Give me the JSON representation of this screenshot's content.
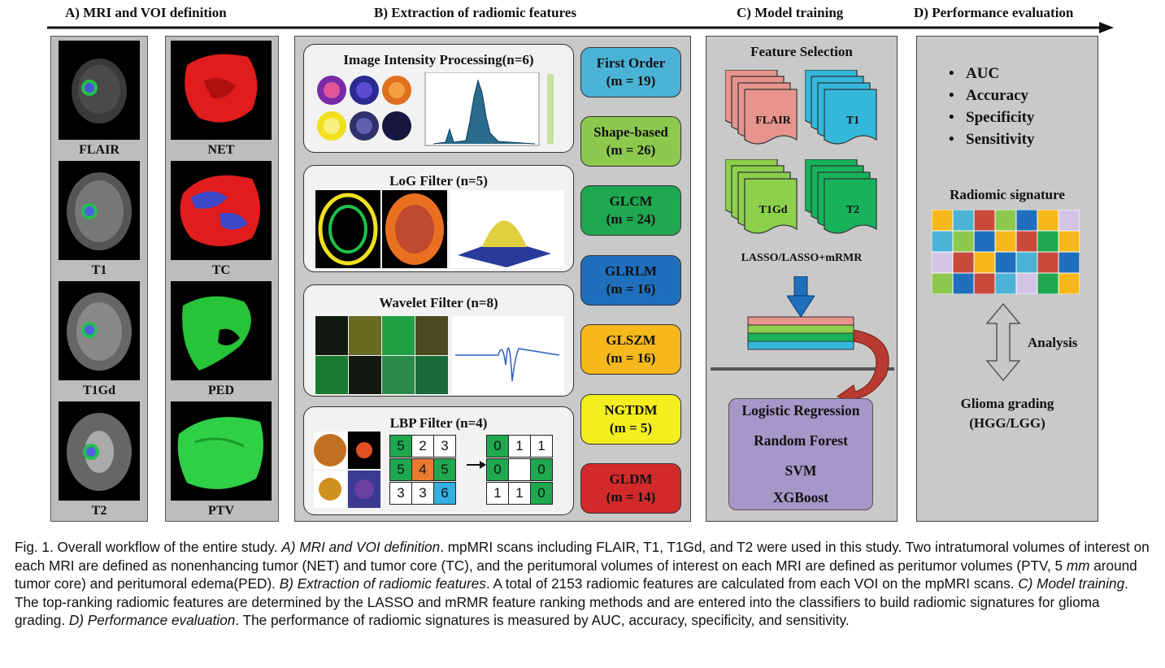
{
  "headers": {
    "a": "A) MRI and VOI definition",
    "b": "B) Extraction of radiomic features",
    "c": "C) Model training",
    "d": "D) Performance evaluation"
  },
  "panel_a": {
    "mri_labels": [
      "FLAIR",
      "T1",
      "T1Gd",
      "T2"
    ],
    "voi_labels": [
      "NET",
      "TC",
      "PED",
      "PTV"
    ]
  },
  "panel_b": {
    "filters": [
      {
        "title": "Image Intensity Processing(n=6)"
      },
      {
        "title": "LoG Filter (n=5)"
      },
      {
        "title": "Wavelet Filter (n=8)"
      },
      {
        "title": "LBP Filter (n=4)"
      }
    ],
    "lbp_input": [
      "5",
      "2",
      "3",
      "5",
      "4",
      "5",
      "3",
      "3",
      "6"
    ],
    "lbp_output": [
      "0",
      "1",
      "1",
      "0",
      "",
      "0",
      "1",
      "1",
      "0"
    ],
    "features": [
      {
        "name": "First Order",
        "count": "(m = 19)",
        "color": "#4bb3d6"
      },
      {
        "name": "Shape-based",
        "count": "(m = 26)",
        "color": "#8dc84f"
      },
      {
        "name": "GLCM",
        "count": "(m = 24)",
        "color": "#1fa84f"
      },
      {
        "name": "GLRLM",
        "count": "(m = 16)",
        "color": "#1f6fbd"
      },
      {
        "name": "GLSZM",
        "count": "(m = 16)",
        "color": "#f6b81a"
      },
      {
        "name": "NGTDM",
        "count": "(m = 5)",
        "color": "#f4ee1f"
      },
      {
        "name": "GLDM",
        "count": "(m = 14)",
        "color": "#d22a2a"
      }
    ]
  },
  "panel_c": {
    "title": "Feature Selection",
    "stacks": [
      {
        "label": "FLAIR",
        "color": "#e8948e"
      },
      {
        "label": "T1",
        "color": "#33b8dc"
      },
      {
        "label": "T1Gd",
        "color": "#8dd04c"
      },
      {
        "label": "T2",
        "color": "#17b35a"
      }
    ],
    "method": "LASSO/LASSO+mRMR",
    "models": [
      "Logistic Regression",
      "Random Forest",
      "SVM",
      "XGBoost"
    ]
  },
  "panel_d": {
    "metrics": [
      "AUC",
      "Accuracy",
      "Specificity",
      "Sensitivity"
    ],
    "signature_title": "Radiomic signature",
    "analysis": "Analysis",
    "outcome_1": "Glioma grading",
    "outcome_2": "(HGG/LGG)"
  },
  "caption": {
    "p1": "Fig. 1. Overall workflow of the entire study. ",
    "i1": "A) MRI and VOI definition",
    "p2": ". mpMRI scans including FLAIR, T1, T1Gd, and T2 were used in this study. Two intratumoral volumes of interest on each MRI are defined as nonenhancing tumor (NET) and tumor core (TC), and the peritumoral volumes of interest on each MRI are defined as peritumor volumes (PTV, 5 ",
    "i_mm": "mm",
    "p3": " around tumor core) and peritumoral edema(PED). ",
    "i2": "B) Extraction of radiomic features",
    "p4": ". A total of 2153 radiomic features are calculated from each VOI on the mpMRI scans. ",
    "i3": "C) Model training",
    "p5": ". The top-ranking radiomic features are determined by the LASSO and mRMR feature ranking methods and are entered into the classifiers to build radiomic signatures for glioma grading. ",
    "i4": "D) Performance evaluation",
    "p6": ". The performance of radiomic signatures is measured by AUC, accuracy, specificity, and sensitivity."
  }
}
